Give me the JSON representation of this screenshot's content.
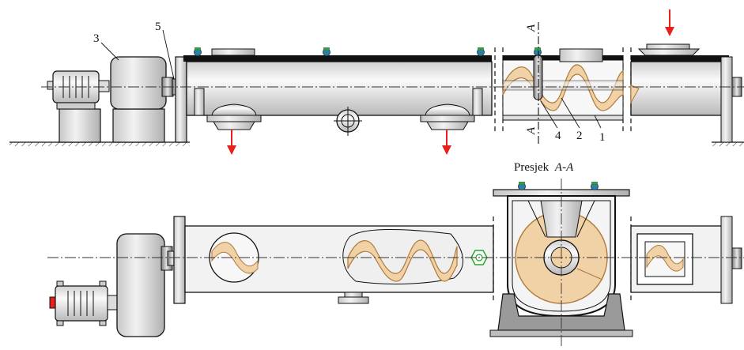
{
  "part_labels": {
    "p1": "1",
    "p2": "2",
    "p3": "3",
    "p4": "4",
    "p5": "5"
  },
  "section": {
    "marker_top": "A",
    "marker_bottom": "A",
    "caption_prefix": "Presjek",
    "caption_id": "A-A"
  },
  "colors": {
    "housing_fill": "#e9e9e9",
    "housing_stroke": "#111111",
    "screw_fill": "#f0d2a6",
    "screw_stroke": "#b07a3c",
    "flow_arrow": "#e8201a",
    "bolt": "#2f7fa0",
    "bolt_cap": "#3a9a3a",
    "support": "#9a9a9a",
    "centerline": "#333333",
    "nut_green": "#2aa52a"
  },
  "icons": [
    "flow-arrow-icon",
    "bolt-icon",
    "nut-icon",
    "inspection-port-icon"
  ]
}
